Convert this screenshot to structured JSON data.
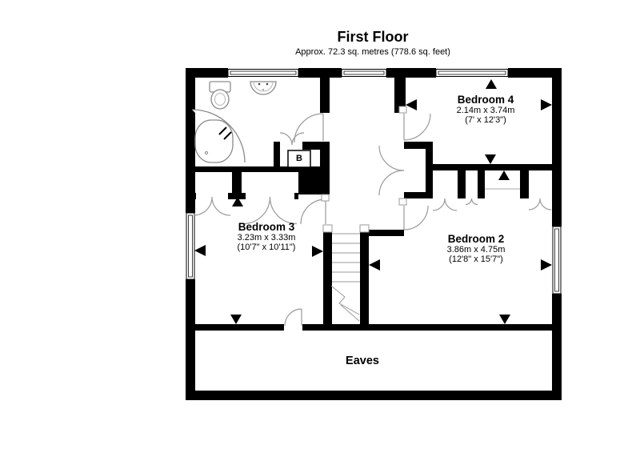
{
  "header": {
    "title": "First Floor",
    "subtitle": "Approx. 72.3 sq. metres (778.6 sq. feet)"
  },
  "rooms": [
    {
      "name": "Bedroom 4",
      "metric": "2.14m x 3.74m",
      "imperial": "(7' x 12'3\")"
    },
    {
      "name": "Bedroom 3",
      "metric": "3.23m x 3.33m",
      "imperial": "(10'7\" x 10'11\")"
    },
    {
      "name": "Bedroom 2",
      "metric": "3.86m x 4.75m",
      "imperial": "(12'8\" x 15'7\")"
    },
    {
      "name": "Eaves"
    }
  ],
  "annotations": {
    "boiler_label": "B"
  },
  "colors": {
    "wall": "#000000",
    "door": "#9a9a9a",
    "fixture": "#8a8a8a",
    "background": "#ffffff"
  }
}
